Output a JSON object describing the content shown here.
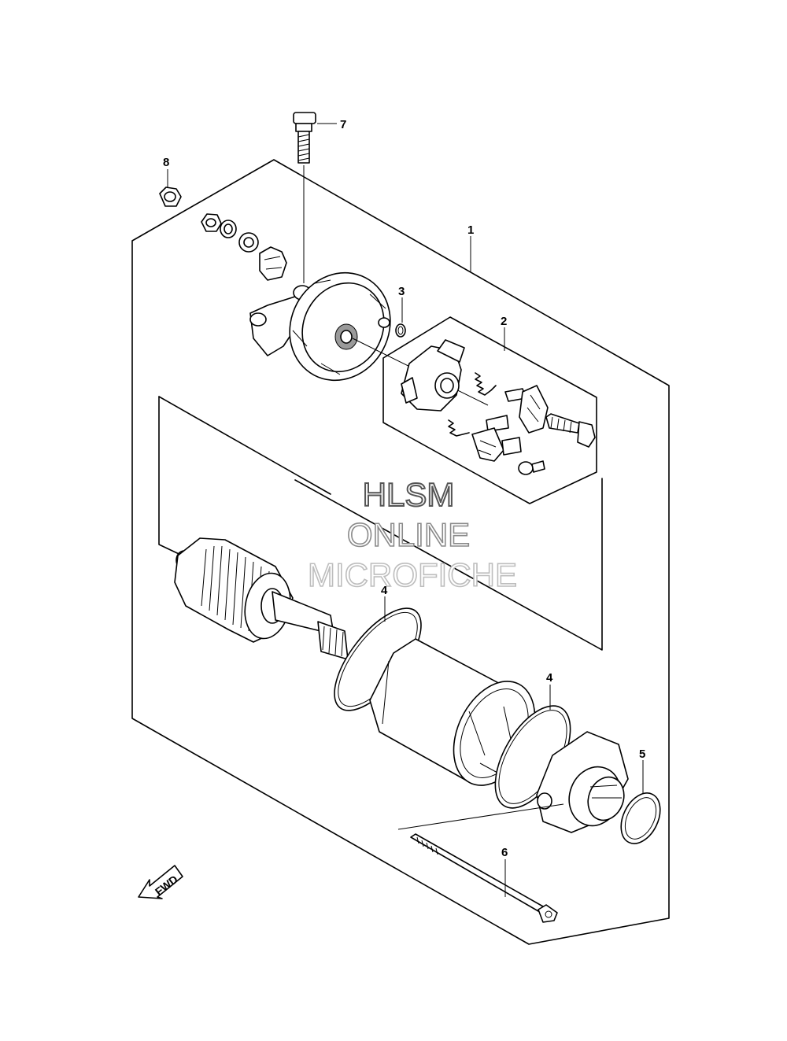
{
  "callouts": [
    {
      "id": "1",
      "label": "1"
    },
    {
      "id": "2",
      "label": "2"
    },
    {
      "id": "3",
      "label": "3"
    },
    {
      "id": "4a",
      "label": "4"
    },
    {
      "id": "4b",
      "label": "4"
    },
    {
      "id": "5",
      "label": "5"
    },
    {
      "id": "6",
      "label": "6"
    },
    {
      "id": "7",
      "label": "7"
    },
    {
      "id": "8",
      "label": "8"
    }
  ],
  "watermark": {
    "line1": "HLSM",
    "line2": "ONLINE",
    "line3": "MICROFICHE"
  },
  "direction_arrow": {
    "label": "FWD",
    "icon": "fwd-arrow-icon"
  }
}
